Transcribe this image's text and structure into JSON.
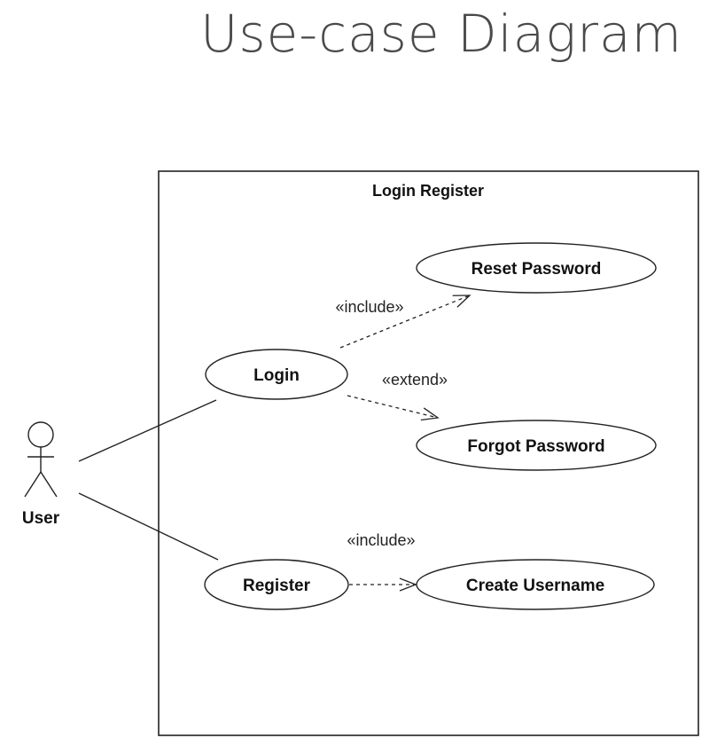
{
  "title": "Use-case Diagram",
  "system": {
    "name": "Login Register"
  },
  "actor": {
    "name": "User"
  },
  "use_cases": {
    "login": "Login",
    "register": "Register",
    "reset_password": "Reset Password",
    "forgot_password": "Forgot Password",
    "create_username": "Create Username"
  },
  "relationships": {
    "login_reset": "«include»",
    "login_forgot": "«extend»",
    "register_create": "«include»"
  }
}
